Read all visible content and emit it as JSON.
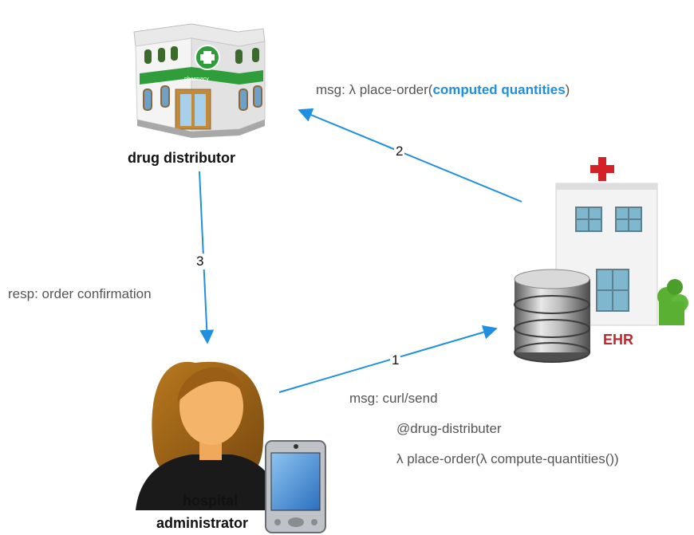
{
  "colors": {
    "arrow": "#1f8fe0",
    "highlight": "#1f8fe0",
    "ehr_label": "#c0282d",
    "label_text": "#555555"
  },
  "nodes": {
    "distributor": {
      "label": "drug distributor",
      "icon": "pharmacy-building-icon",
      "sign": "pharmacy"
    },
    "ehr": {
      "label": "EHR",
      "icon": "hospital-database-icon"
    },
    "admin": {
      "label_line1": "hospital",
      "label_line2": "administrator",
      "icon": "woman-with-pda-icon"
    }
  },
  "edges": {
    "e1": {
      "step": "1",
      "msg_line1": "msg: curl/send",
      "msg_line2": "@drug-distributer",
      "msg_line3": "λ place-order(λ compute-quantities())"
    },
    "e2": {
      "step": "2",
      "msg_prefix": "msg: λ place-order(",
      "msg_highlight": "computed quantities",
      "msg_suffix": ")"
    },
    "e3": {
      "step": "3",
      "resp": "resp: order confirmation"
    }
  }
}
